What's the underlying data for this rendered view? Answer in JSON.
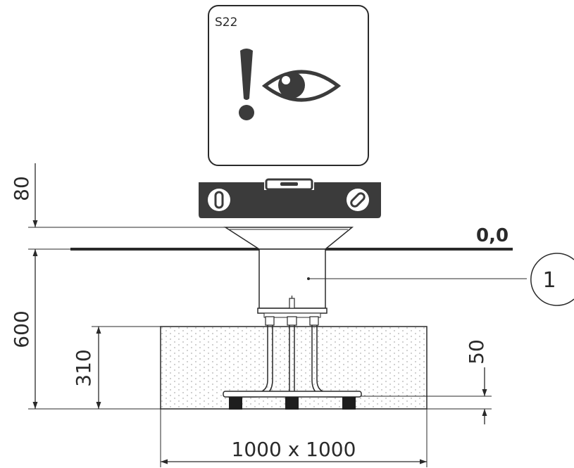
{
  "sign": {
    "code": "S22"
  },
  "ground_level": "0,0",
  "callout": {
    "number": "1"
  },
  "dimensions": {
    "flange_height": "80",
    "total_depth": "600",
    "foundation_depth": "310",
    "anchor_height": "50",
    "foundation_size": "1000 x 1000"
  },
  "icons": {
    "warning": "exclamation-icon",
    "eye": "eye-icon",
    "level": "spirit-level-icon"
  },
  "colors": {
    "line": "#2a2a2a",
    "sign_fill": "#ffffff",
    "level_fill": "#3b3b3b",
    "dots": "#8a8a8a"
  }
}
